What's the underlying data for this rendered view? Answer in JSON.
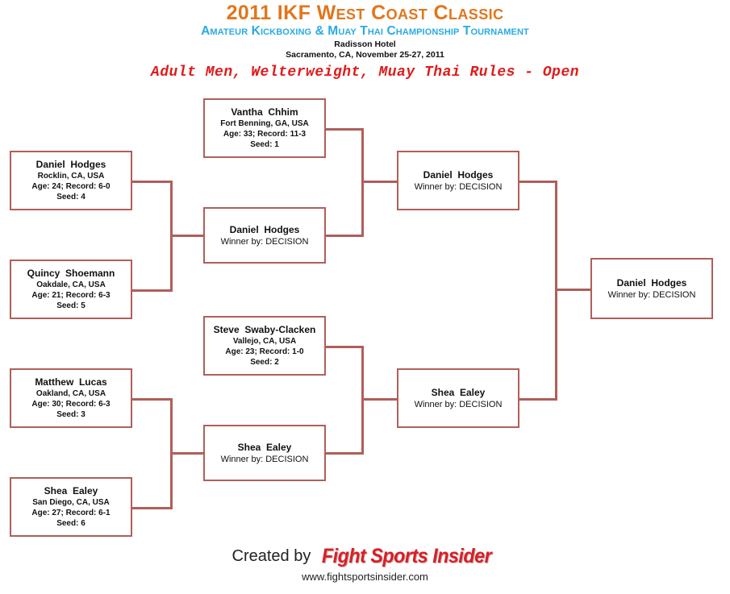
{
  "header": {
    "title": "2011 IKF West Coast Classic",
    "subtitle": "Amateur Kickboxing & Muay Thai Championship Tournament",
    "venue": "Radisson Hotel",
    "venue_location": "Sacramento, CA, November 25-27, 2011",
    "division": "Adult Men, Welterweight, Muay Thai Rules - Open"
  },
  "colors": {
    "title": "#E2761B",
    "subtitle": "#29ABE2",
    "division": "#E01B1B",
    "bracket_line": "#B05F5A",
    "logo": "#D72027"
  },
  "bracket": {
    "round1": [
      {
        "name": "Vantha  Chhim",
        "location": "Fort Benning, GA, USA",
        "stats": "Age: 33; Record: 11-3",
        "seed": "Seed: 1"
      },
      {
        "name": "Daniel  Hodges",
        "location": "Rocklin, CA, USA",
        "stats": "Age: 24; Record: 6-0",
        "seed": "Seed: 4"
      },
      {
        "name": "Quincy  Shoemann",
        "location": "Oakdale, CA, USA",
        "stats": "Age: 21; Record: 6-3",
        "seed": "Seed: 5"
      },
      {
        "name": "Steve  Swaby-Clacken",
        "location": "Vallejo, CA, USA",
        "stats": "Age: 23; Record: 1-0",
        "seed": "Seed: 2"
      },
      {
        "name": "Matthew  Lucas",
        "location": "Oakland, CA, USA",
        "stats": "Age: 30; Record: 6-3",
        "seed": "Seed: 3"
      },
      {
        "name": "Shea  Ealey",
        "location": "San Diego, CA, USA",
        "stats": "Age: 27; Record: 6-1",
        "seed": "Seed: 6"
      }
    ],
    "round2": [
      {
        "name": "Daniel  Hodges",
        "result": "Winner by: DECISION"
      },
      {
        "name": "Shea  Ealey",
        "result": "Winner by: DECISION"
      }
    ],
    "semifinals": [
      {
        "name": "Daniel  Hodges",
        "result": "Winner by: DECISION"
      },
      {
        "name": "Shea  Ealey",
        "result": "Winner by: DECISION"
      }
    ],
    "final": {
      "name": "Daniel  Hodges",
      "result": "Winner by: DECISION"
    }
  },
  "footer": {
    "created_by": "Created by",
    "logo_text": "Fight Sports Insider",
    "url": "www.fightsportsinsider.com"
  }
}
